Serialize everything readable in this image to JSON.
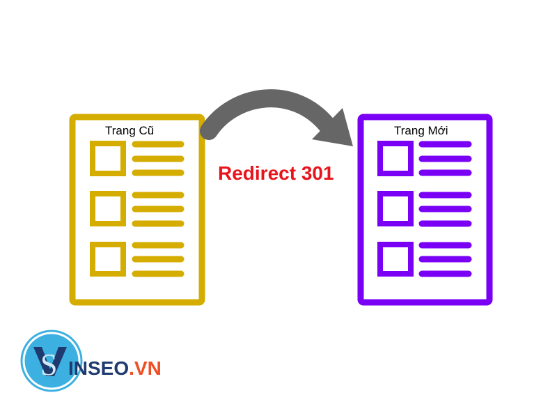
{
  "old_page": {
    "label": "Trang Cũ",
    "color": "#d4ad00"
  },
  "new_page": {
    "label": "Trang Mới",
    "color": "#7a00f5"
  },
  "redirect": {
    "label": "Redirect 301",
    "color": "#e8141c",
    "arrow_color": "#666666"
  },
  "logo": {
    "mark": "VS",
    "text_main": "INSEO",
    "text_suffix": ".VN",
    "main_color": "#1f3a6e",
    "suffix_color": "#f04e23",
    "circle_color": "#3cb0e0"
  }
}
